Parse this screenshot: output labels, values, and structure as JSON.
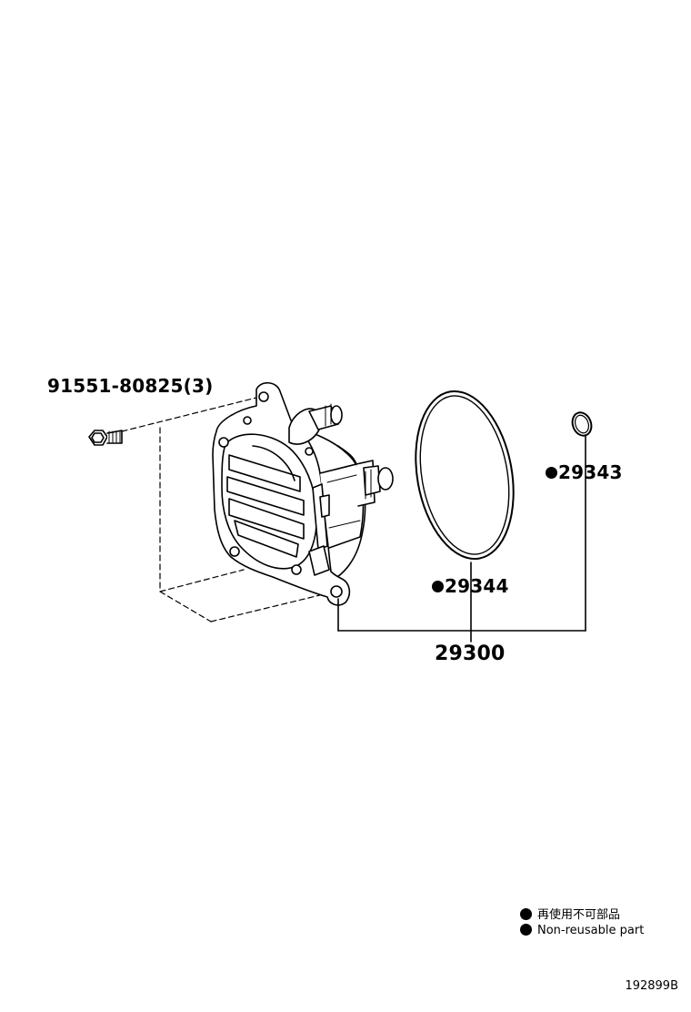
{
  "parts": {
    "bolt": {
      "part_number": "91551-80825(3)"
    },
    "o_ring_small": {
      "part_number": "29343",
      "non_reusable": true
    },
    "o_ring_large": {
      "part_number": "29344",
      "non_reusable": true
    },
    "assembly": {
      "part_number": "29300"
    }
  },
  "legend": {
    "items": [
      {
        "label": "再使用不可部品"
      },
      {
        "label": "Non-reusable part"
      }
    ]
  },
  "diagram_id": "192899B",
  "colors": {
    "ink": "#000000",
    "paper": "#ffffff"
  }
}
